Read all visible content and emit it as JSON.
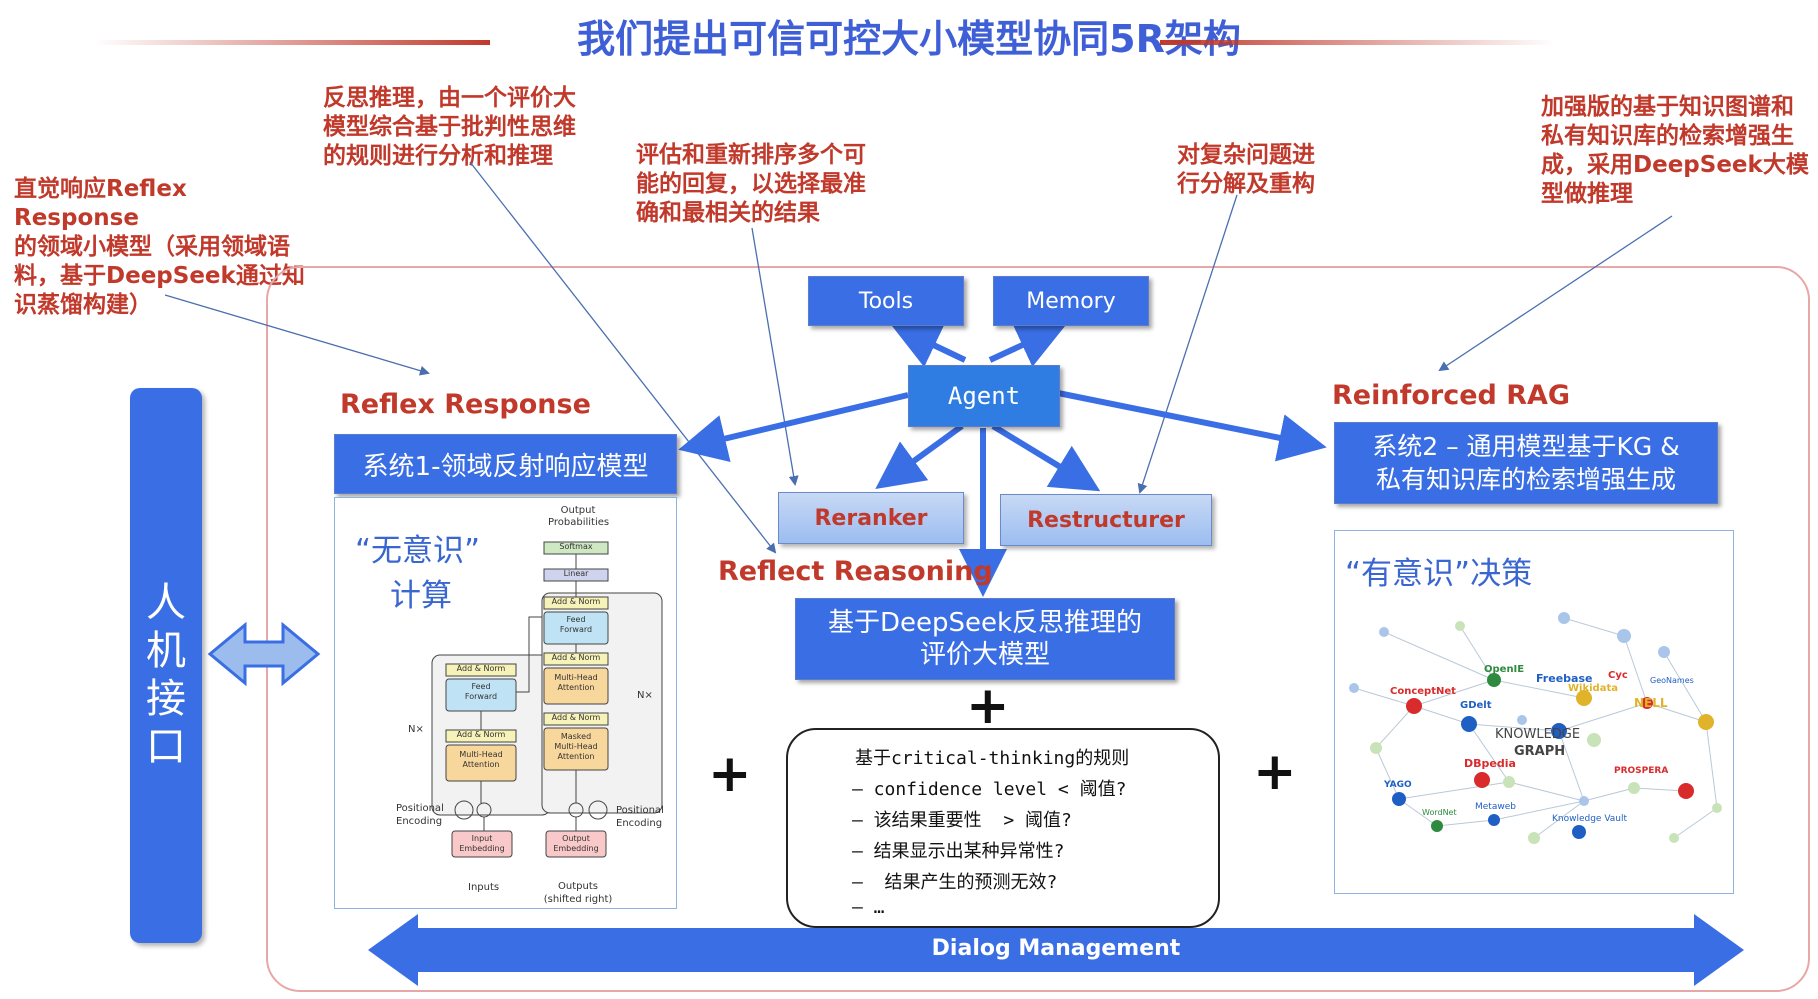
{
  "title": "我们提出可信可控大小模型协同5R架构",
  "notes": {
    "reflex_lines": [
      "直觉响应Reflex Response",
      "的领域小模型（采用领域语",
      "料，基于DeepSeek通过知",
      "识蒸馏构建）"
    ],
    "reasoning_lines": [
      "反思推理，由一个评价大",
      "模型综合基于批判性思维",
      "的规则进行分析和推理"
    ],
    "rerank_lines": [
      "评估和重新排序多个可",
      "能的回复，以选择最准",
      "确和最相关的结果"
    ],
    "restructure_lines": [
      "对复杂问题进",
      "行分解及重构"
    ],
    "rag_lines": [
      "加强版的基于知识图谱和",
      "私有知识库的检索增强生",
      "成，采用DeepSeek大模",
      "型做推理"
    ]
  },
  "hmi": {
    "label": "人机接口",
    "chars": [
      "人",
      "机",
      "接",
      "口"
    ]
  },
  "agent": {
    "label": "Agent",
    "tools": "Tools",
    "memory": "Memory",
    "reranker": "Reranker",
    "restructurer": "Restructurer"
  },
  "reflex": {
    "section_title": "Reflex Response",
    "box_label": "系统1-领域反射响应模型",
    "panel_title_1": "“无意识”",
    "panel_title_2": "计算",
    "transformer": {
      "output_probs_1": "Output",
      "output_probs_2": "Probabilities",
      "softmax": "Softmax",
      "linear": "Linear",
      "add_norm": "Add & Norm",
      "feed_forward_1": "Feed",
      "feed_forward_2": "Forward",
      "mha_1": "Multi-Head",
      "mha_2": "Attention",
      "masked_1": "Masked",
      "masked_2": "Multi-Head",
      "masked_3": "Attention",
      "nx": "N×",
      "pos_enc_1": "Positional",
      "pos_enc_2": "Encoding",
      "input_emb_1": "Input",
      "input_emb_2": "Embedding",
      "output_emb_1": "Output",
      "output_emb_2": "Embedding",
      "inputs": "Inputs",
      "outputs_1": "Outputs",
      "outputs_2": "(shifted right)"
    }
  },
  "reasoning": {
    "section_title": "Reflect Reasoning",
    "box_line_1": "基于DeepSeek反思推理的",
    "box_line_2": "评价大模型",
    "rules": [
      "基于critical-thinking的规则",
      "– confidence level < 阈值?",
      "– 该结果重要性  > 阈值?",
      "– 结果显示出某种异常性?",
      "–  结果产生的预测无效?",
      "– …"
    ]
  },
  "rag": {
    "section_title": "Reinforced RAG",
    "box_line_1": "系统2 – 通用模型基于KG &",
    "box_line_2": "私有知识库的检索增强生成",
    "panel_title": "“有意识”决策",
    "kg_labels": [
      "Wikidata",
      "OpenIE",
      "ConceptNet",
      "GDelt",
      "Freebase",
      "Cyc",
      "GeoNames",
      "NELL",
      "KNOWLEDGE",
      "GRAPH",
      "DBpedia",
      "PROSPERA",
      "YAGO",
      "WordNet",
      "Metaweb",
      "Knowledge Vault"
    ]
  },
  "dialog": "Dialog Management",
  "plus_sign": "+",
  "colors": {
    "blue": "#3a6ee4",
    "red": "#c0392b",
    "title_blue": "#3f5fd6",
    "arrow_blue": "#3a6ee4",
    "light_blue": "#9cbdf0"
  }
}
